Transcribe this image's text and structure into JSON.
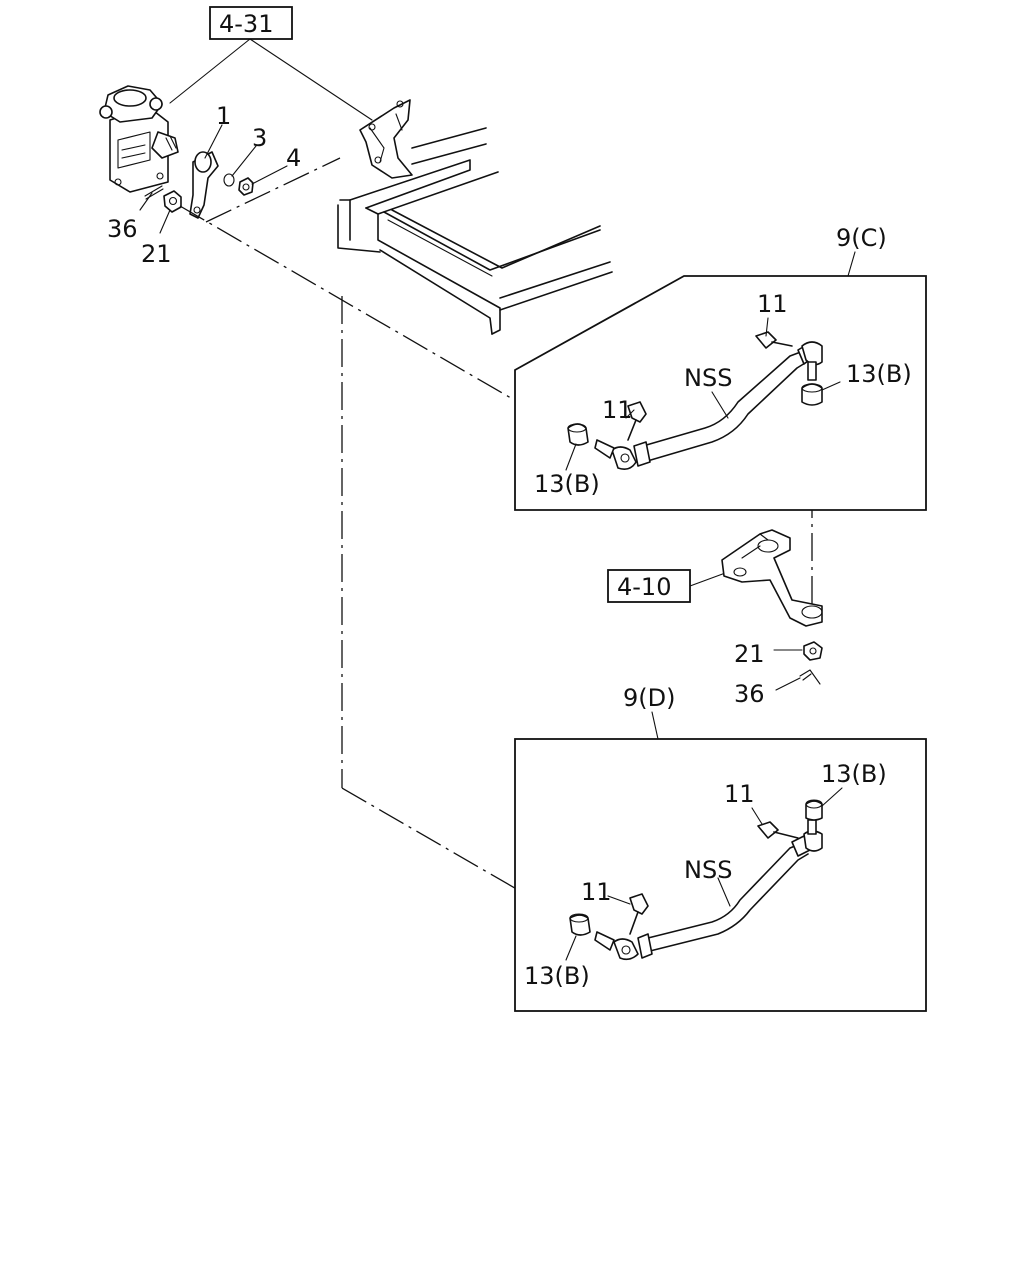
{
  "labels": {
    "ref_4_31": "4-31",
    "ref_4_10": "4-10",
    "part_1": "1",
    "part_3": "3",
    "part_4": "4",
    "part_36_top": "36",
    "part_21_top": "21",
    "group_9c": "9(C)",
    "group_9d": "9(D)",
    "c_11_a": "11",
    "c_11_b": "11",
    "c_nss": "NSS",
    "c_13b_right": "13(B)",
    "c_13b_left": "13(B)",
    "mid_21": "21",
    "mid_36": "36",
    "d_13b_right": "13(B)",
    "d_11_a": "11",
    "d_11_b": "11",
    "d_nss": "NSS",
    "d_13b_left": "13(B)"
  }
}
